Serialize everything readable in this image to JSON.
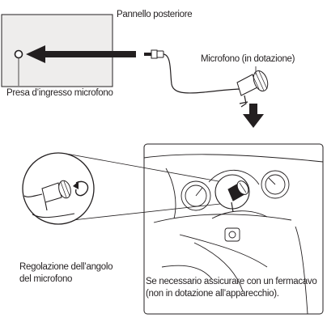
{
  "labels": {
    "rear_panel": "Pannello posteriore",
    "mic_jack": "Presa d’ingresso microfono",
    "microphone_supplied": "Microfono (in dotazione)",
    "angle_line1": "Regolazione dell’angolo",
    "angle_line2": "del microfono",
    "clamp_line1": "Se necessario assicurare con un fermacavo",
    "clamp_line2": "(non in dotazione all’apparecchio)."
  },
  "colors": {
    "panel_fill": "#eeedec",
    "line": "#231f20",
    "arrow": "#231f20"
  }
}
